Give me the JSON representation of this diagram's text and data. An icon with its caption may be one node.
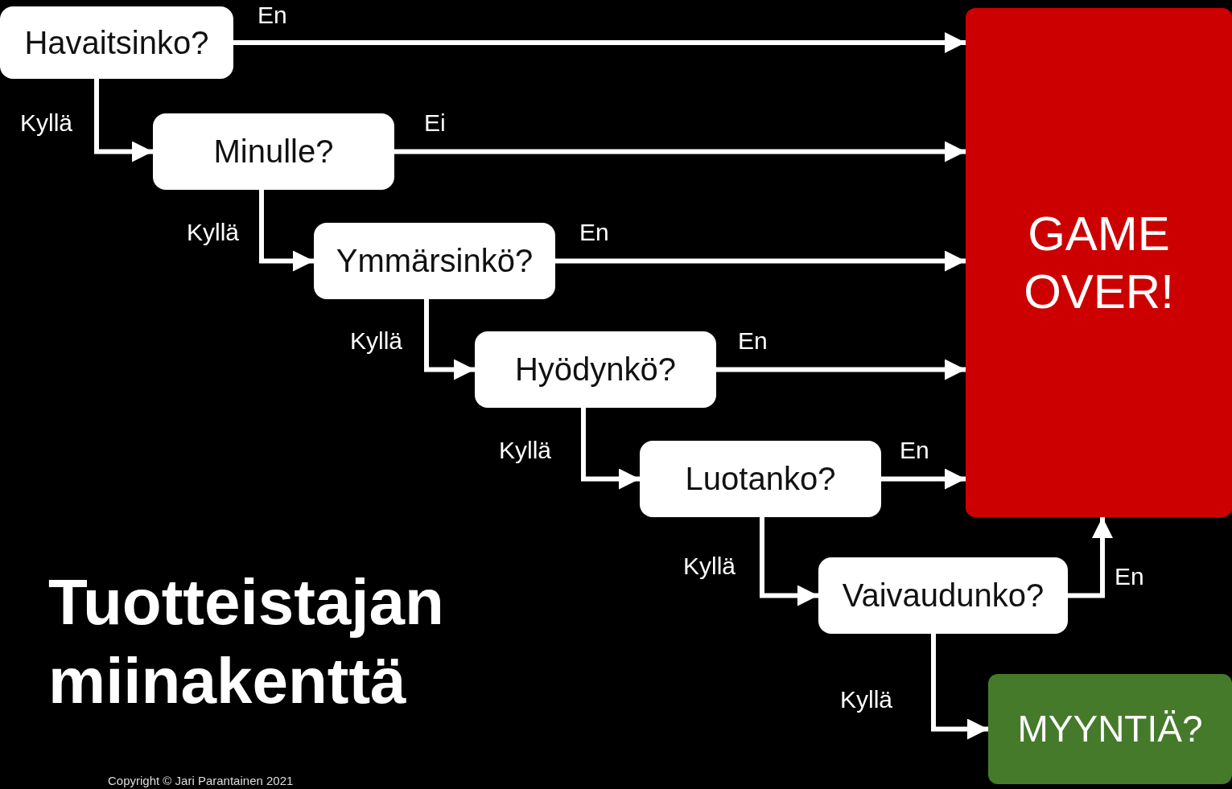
{
  "diagram": {
    "title": "Tuotteistajan miinakenttä",
    "nodes": [
      {
        "text": [
          "Havaitsinko?"
        ]
      },
      {
        "text": [
          "Minulle?"
        ]
      },
      {
        "text": [
          "Ymmärsinkö?"
        ]
      },
      {
        "text": [
          "Hyödynkö?"
        ]
      },
      {
        "text": [
          "Luotanko?"
        ]
      },
      {
        "text": [
          "Vaivaudunko?"
        ]
      },
      {
        "text": [
          "GAME OVER!"
        ]
      },
      {
        "text": [
          "MYYNTIÄ?"
        ]
      }
    ],
    "edges": [
      {
        "from": 0,
        "to": 6,
        "arrow": "to",
        "label": "En"
      },
      {
        "from": 0,
        "to": 1,
        "arrow": "to",
        "label": "Kyllä"
      },
      {
        "from": 1,
        "to": 6,
        "arrow": "to",
        "label": "Ei"
      },
      {
        "from": 1,
        "to": 2,
        "arrow": "to",
        "label": "Kyllä"
      },
      {
        "from": 2,
        "to": 6,
        "arrow": "to",
        "label": "En"
      },
      {
        "from": 2,
        "to": 3,
        "arrow": "to",
        "label": "Kyllä"
      },
      {
        "from": 3,
        "to": 6,
        "arrow": "to",
        "label": "En"
      },
      {
        "from": 3,
        "to": 4,
        "arrow": "to",
        "label": "Kyllä"
      },
      {
        "from": 4,
        "to": 6,
        "arrow": "to",
        "label": "En"
      },
      {
        "from": 4,
        "to": 5,
        "arrow": "to",
        "label": "Kyllä"
      },
      {
        "from": 5,
        "to": 6,
        "arrow": "to",
        "label": "En"
      },
      {
        "from": 5,
        "to": 7,
        "arrow": "to",
        "label": "Kyllä"
      }
    ],
    "labels": [
      "Copyright © Jari Parantainen 2021"
    ]
  }
}
